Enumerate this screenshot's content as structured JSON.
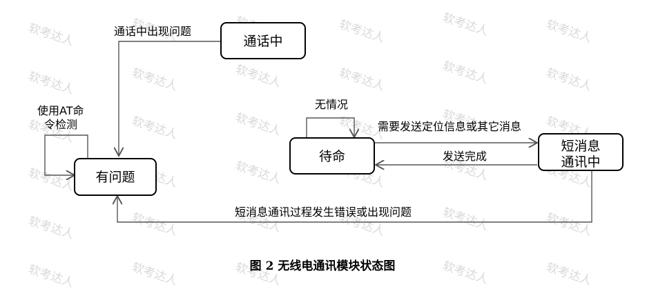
{
  "watermark": "软考达人",
  "caption": "图 2 无线电通讯模块状态图",
  "nodes": {
    "in_call": "通话中",
    "problem": "有问题",
    "standby": "待命",
    "sms_line1": "短消息",
    "sms_line2": "通讯中"
  },
  "edges": {
    "call_problem": "通话中出现问题",
    "at_check_line1": "使用AT命",
    "at_check_line2": "令检测",
    "no_situation": "无情况",
    "need_send": "需要发送定位信息或其它消息",
    "send_done": "发送完成",
    "sms_error": "短消息通讯过程发生错误或出现问题"
  },
  "colors": {
    "line": "#555555",
    "box_border": "#000000",
    "watermark": "#d9d9d9"
  }
}
